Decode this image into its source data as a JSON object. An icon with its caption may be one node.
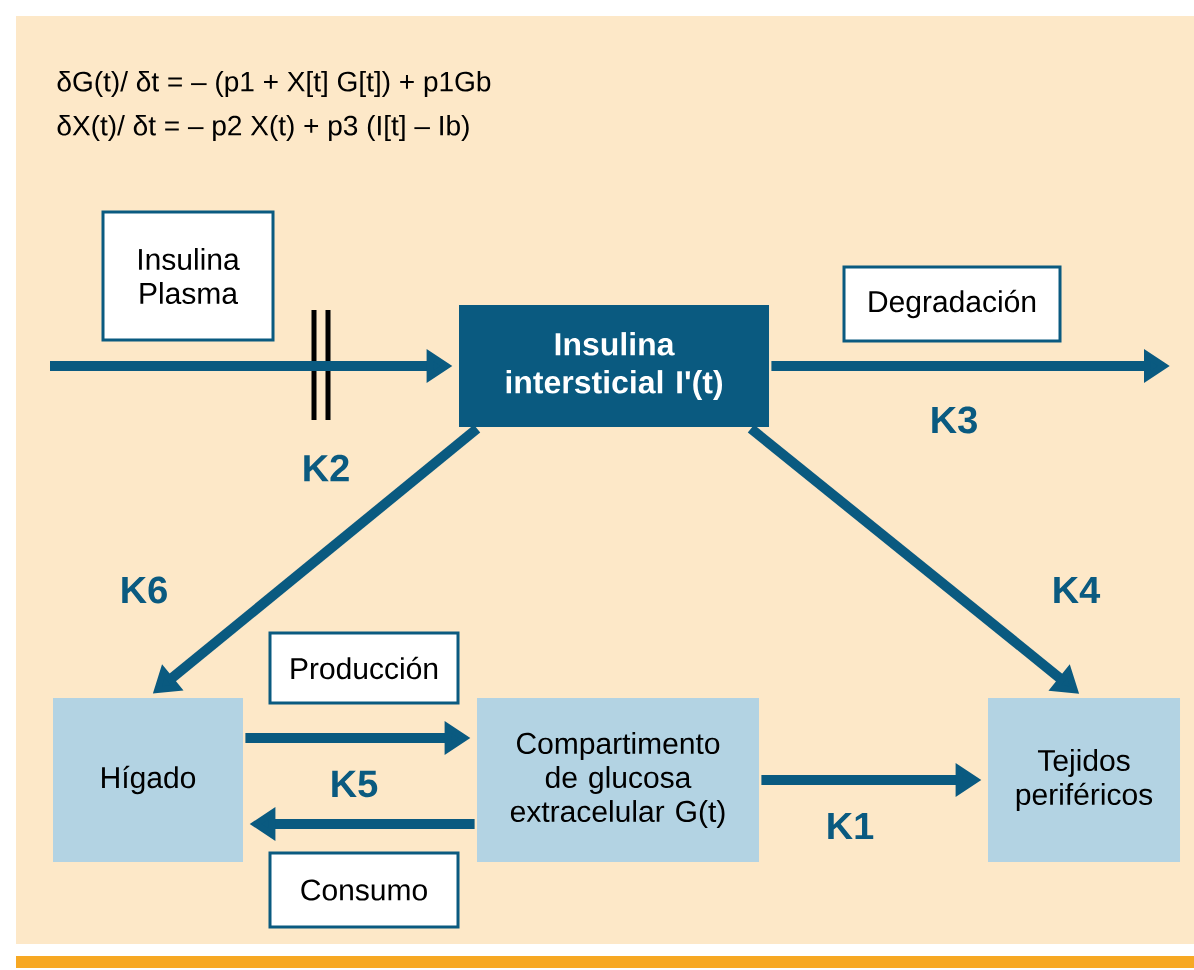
{
  "diagram": {
    "nodes": [
      {
        "text": [
          "Insulina Plasma"
        ]
      },
      {
        "text": [
          "Degradación"
        ]
      },
      {
        "text": [
          "Insulina intersticial I'(t)"
        ]
      },
      {
        "text": [
          "Producción"
        ]
      },
      {
        "text": [
          "Hígado"
        ]
      },
      {
        "text": [
          "Compartimento de glucosa extracelular G(t)"
        ]
      },
      {
        "text": [
          "Tejidos periféricos"
        ]
      },
      {
        "text": [
          "Consumo"
        ]
      }
    ],
    "edges": [
      {
        "from": null,
        "to": 2,
        "arrow": "to",
        "label": "K2"
      },
      {
        "from": 2,
        "to": null,
        "arrow": "to",
        "label": "K3"
      },
      {
        "from": 2,
        "to": 4,
        "arrow": "to",
        "label": "K6"
      },
      {
        "from": 2,
        "to": 6,
        "arrow": "to",
        "label": "K4"
      },
      {
        "from": 4,
        "to": 5,
        "arrow": "to",
        "label": "K5"
      },
      {
        "from": 5,
        "to": 4,
        "arrow": "to"
      },
      {
        "from": 5,
        "to": 6,
        "arrow": "to",
        "label": "K1"
      }
    ],
    "labels": [
      "δG(t)/ δt = – (p1 + X[t] G[t]) + p1Gb",
      "δX(t)/ δt = – p2 X(t) + p3 (I[t] – Ib)"
    ]
  }
}
